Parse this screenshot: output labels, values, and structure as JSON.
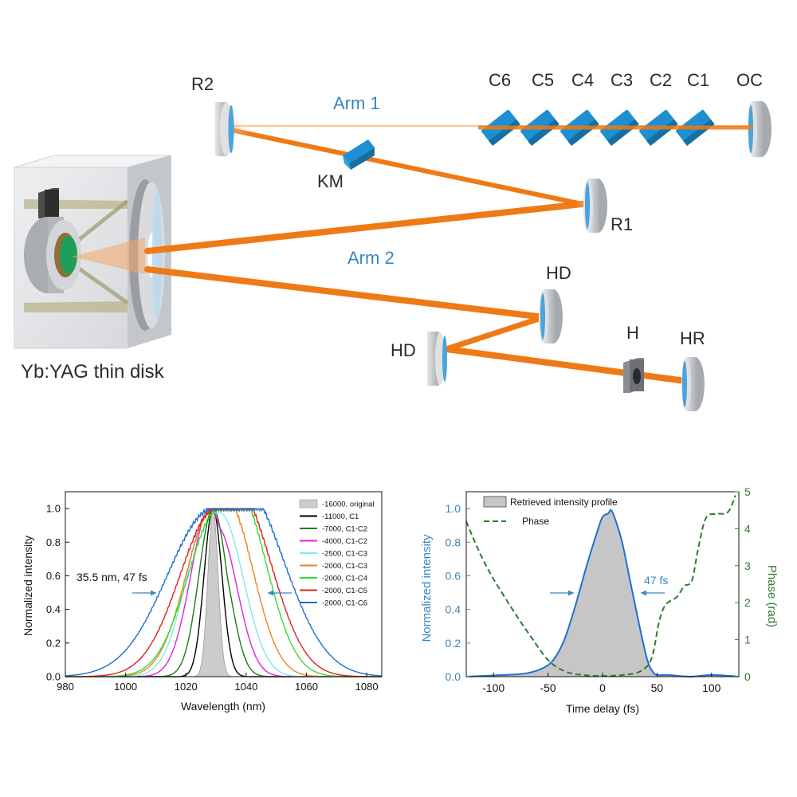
{
  "diagram": {
    "labels": {
      "r2": "R2",
      "r1": "R1",
      "km": "KM",
      "oc": "OC",
      "c1": "C1",
      "c2": "C2",
      "c3": "C3",
      "c4": "C4",
      "c5": "C5",
      "c6": "C6",
      "arm1": "Arm 1",
      "arm2": "Arm 2",
      "hd_upper": "HD",
      "hd_lower": "HD",
      "h": "H",
      "hr": "HR",
      "disk": "Yb:YAG thin disk"
    },
    "colors": {
      "beam": "#f07f1e",
      "mirror_coating": "#4aa3dc",
      "chirped_mirror": "#1e8fd0",
      "mount_gray": "#c9ccd0",
      "disk_green": "#1f9e5a",
      "arm_label": "#3a86c0"
    }
  },
  "chart_data": [
    {
      "type": "line",
      "xlabel": "Wavelength (nm)",
      "ylabel": "Normalized intensity",
      "xlim": [
        980,
        1085
      ],
      "ylim": [
        0,
        1.1
      ],
      "xticks": [
        "980",
        "1000",
        "1020",
        "1040",
        "1060",
        "1080"
      ],
      "yticks": [
        "0.0",
        "0.2",
        "0.4",
        "0.6",
        "0.8",
        "1.0"
      ],
      "grid": false,
      "legend_position": "top-right",
      "annotation": "35.5 nm, 47 fs",
      "series": [
        {
          "name": "-16000, original",
          "color": "#cccccc",
          "fill": true,
          "center": 1029,
          "fwhm": 4,
          "shoulder": 0
        },
        {
          "name": "-11000, C1",
          "color": "#000000",
          "center": 1029,
          "fwhm": 7,
          "shoulder": 0
        },
        {
          "name": "-7000, C1-C2",
          "color": "#1a7a1a",
          "center": 1029,
          "fwhm": 11,
          "shoulder": 0.25
        },
        {
          "name": "-4000, C1-C2",
          "color": "#e020e0",
          "center": 1028,
          "fwhm": 15,
          "shoulder": 0.4
        },
        {
          "name": "-2500, C1-C3",
          "color": "#7fe8f0",
          "center": 1028,
          "fwhm": 18,
          "shoulder": 0.5
        },
        {
          "name": "-2000, C1-C3",
          "color": "#f08020",
          "center": 1029,
          "fwhm": 21,
          "shoulder": 0.6
        },
        {
          "name": "-2000, C1-C4",
          "color": "#33dd33",
          "center": 1031,
          "fwhm": 24,
          "shoulder": 0.7
        },
        {
          "name": "-2000, C1-C5",
          "color": "#dd2222",
          "center": 1030,
          "fwhm": 28,
          "shoulder": 0.7
        },
        {
          "name": "-2000, C1-C6",
          "color": "#1f6fd0",
          "center": 1029,
          "fwhm": 35.5,
          "shoulder": 0.75
        }
      ]
    },
    {
      "type": "area",
      "xlabel": "Time delay (fs)",
      "ylabel": "Normalized intensity",
      "y2label": "Phase (rad)",
      "xlim": [
        -125,
        125
      ],
      "ylim": [
        0,
        1.1
      ],
      "y2lim": [
        0,
        5
      ],
      "xticks": [
        "-100",
        "-50",
        "0",
        "50",
        "100"
      ],
      "yticks": [
        "0.0",
        "0.2",
        "0.4",
        "0.6",
        "0.8",
        "1.0"
      ],
      "y2ticks": [
        "0",
        "1",
        "2",
        "3",
        "4",
        "5"
      ],
      "grid": false,
      "legend_position": "top-left",
      "annotation": "47 fs",
      "series": [
        {
          "name": "Retrieved intensity profile",
          "color": "#1f6fd0",
          "fill": "#c6c6c6",
          "x": [
            -125,
            -90,
            -70,
            -55,
            -45,
            -35,
            -25,
            -15,
            -5,
            0,
            5,
            8,
            12,
            18,
            25,
            32,
            38,
            42,
            46,
            50,
            60,
            80,
            100,
            125
          ],
          "y": [
            0,
            0.01,
            0.02,
            0.05,
            0.1,
            0.22,
            0.42,
            0.65,
            0.86,
            0.95,
            0.97,
            0.99,
            0.93,
            0.8,
            0.58,
            0.36,
            0.18,
            0.08,
            0.03,
            0.01,
            0.01,
            0.0,
            0.01,
            0.0
          ]
        },
        {
          "name": "Phase",
          "color": "#2f7a2f",
          "dashed": true,
          "axis": "y2",
          "x": [
            -125,
            -115,
            -105,
            -95,
            -80,
            -65,
            -50,
            -35,
            -20,
            0,
            20,
            35,
            45,
            52,
            58,
            68,
            75,
            82,
            88,
            95,
            105,
            115,
            122
          ],
          "y": [
            4.2,
            3.5,
            2.9,
            2.4,
            1.7,
            1.05,
            0.45,
            0.15,
            0.05,
            0.02,
            0.05,
            0.15,
            0.5,
            1.5,
            1.95,
            2.15,
            2.45,
            2.6,
            3.5,
            4.3,
            4.4,
            4.45,
            4.9
          ]
        }
      ]
    }
  ]
}
